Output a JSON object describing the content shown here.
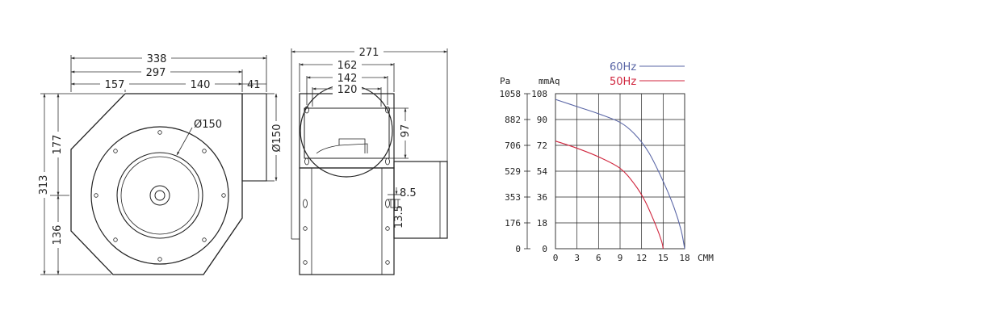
{
  "front_view": {
    "dims": {
      "overall_width": "338",
      "inner_width": "297",
      "left_part": "157",
      "right_part": "140",
      "outlet_depth": "41",
      "impeller_dia": "Ø150",
      "outlet_dia": "Ø150",
      "height_total": "313",
      "height_upper": "177",
      "height_lower": "136"
    }
  },
  "side_view": {
    "dims": {
      "overall_width": "271",
      "flange_width": "162",
      "bolt_spacing": "142",
      "inlet_width": "120",
      "inlet_height": "97",
      "slot_width": "8.5",
      "slot_length": "13.5"
    }
  },
  "chart_data": {
    "type": "line",
    "pressure_pa_label": "Pa",
    "pressure_mmaq_label": "mmAq",
    "xlabel": "CMM",
    "x_ticks": [
      0,
      3,
      6,
      9,
      12,
      15,
      18
    ],
    "y_ticks_mmaq": [
      0,
      18,
      36,
      54,
      72,
      90,
      108
    ],
    "y_ticks_pa": [
      0,
      176,
      353,
      529,
      706,
      882,
      1058
    ],
    "xlim": [
      0,
      18
    ],
    "ylim": [
      0,
      108
    ],
    "grid": true,
    "legend_position": "top-right",
    "series": [
      {
        "name": "60Hz",
        "color": "#5a66a6",
        "x": [
          0,
          3,
          6,
          9,
          11,
          13,
          15,
          16.5,
          17.5,
          18
        ],
        "y": [
          104,
          99,
          94,
          88,
          80,
          67,
          47,
          29,
          13,
          0
        ]
      },
      {
        "name": "50Hz",
        "color": "#d0263e",
        "x": [
          0,
          3,
          6,
          9,
          11,
          12.5,
          14,
          14.8,
          15
        ],
        "y": [
          75,
          70,
          64,
          56,
          45,
          33,
          16,
          5,
          0
        ]
      }
    ]
  }
}
